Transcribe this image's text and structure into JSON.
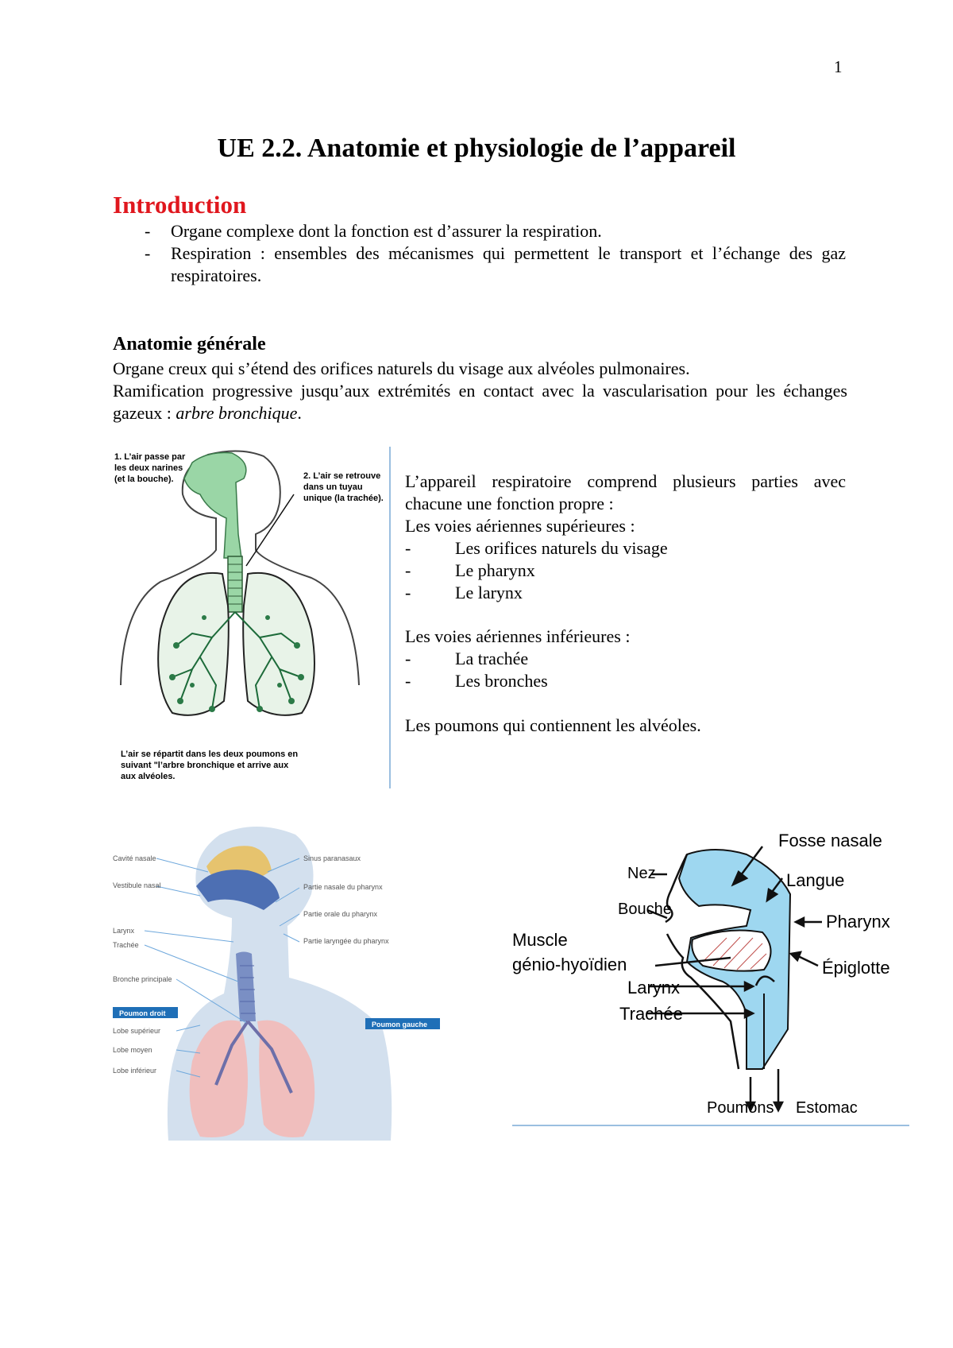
{
  "page_number": "1",
  "title": "UE 2.2. Anatomie et physiologie de l’appareil",
  "intro": {
    "heading": "Introduction",
    "bullets": [
      "Organe complexe dont la fonction est d’assurer la respiration.",
      "Respiration : ensembles des mécanismes qui permettent le transport et l’échange des gaz respiratoires."
    ]
  },
  "anatomie": {
    "heading": "Anatomie générale",
    "p1": "Organe creux qui s’étend des orifices naturels du visage aux alvéoles pulmonaires.",
    "p2_start": "Ramification progressive jusqu’aux extrémités en contact avec la vascularisation pour les échanges gazeux : ",
    "p2_italic": "arbre bronchique",
    "p2_end": "."
  },
  "figure1": {
    "label1": [
      "1. L’air passe par",
      "les deux narines",
      "(et la bouche)."
    ],
    "label2": [
      "2. L’air se retrouve",
      "dans un tuyau",
      "unique (la trachée)."
    ],
    "caption": [
      "L’air se répartit dans les deux poumons en",
      "suivant \"l’arbre bronchique et arrive aux",
      "aux alvéoles."
    ]
  },
  "parts": {
    "intro": "L’appareil respiratoire comprend plusieurs parties avec chacune une fonction propre :",
    "upper_heading": "Les voies aériennes supérieures :",
    "upper": [
      "Les orifices naturels du visage",
      "Le pharynx",
      "Le larynx"
    ],
    "lower_heading": "Les voies aériennes inférieures :",
    "lower": [
      "La trachée",
      "Les bronches"
    ],
    "lungs": "Les poumons qui contiennent les alvéoles."
  },
  "figure2": {
    "left_labels": [
      "Cavité nasale",
      "Vestibule nasal",
      "Larynx",
      "Trachée",
      "Bronche principale"
    ],
    "right_labels": [
      "Sinus paranasaux",
      "Partie nasale du pharynx",
      "Partie orale du pharynx",
      "Partie laryngée du pharynx"
    ],
    "poumon_droit": "Poumon droit",
    "poumon_gauche": "Poumon gauche",
    "lobes": [
      "Lobe supérieur",
      "Lobe moyen",
      "Lobe inférieur"
    ]
  },
  "figure3": {
    "labels": {
      "fosse": "Fosse nasale",
      "nez": "Nez",
      "langue": "Langue",
      "bouche": "Bouche",
      "pharynx": "Pharynx",
      "muscle1": "Muscle",
      "muscle2": "génio-hyoïdien",
      "epiglotte": "Épiglotte",
      "larynx": "Larynx",
      "trachee": "Trachée",
      "poumons": "Poumons",
      "estomac": "Estomac"
    }
  }
}
